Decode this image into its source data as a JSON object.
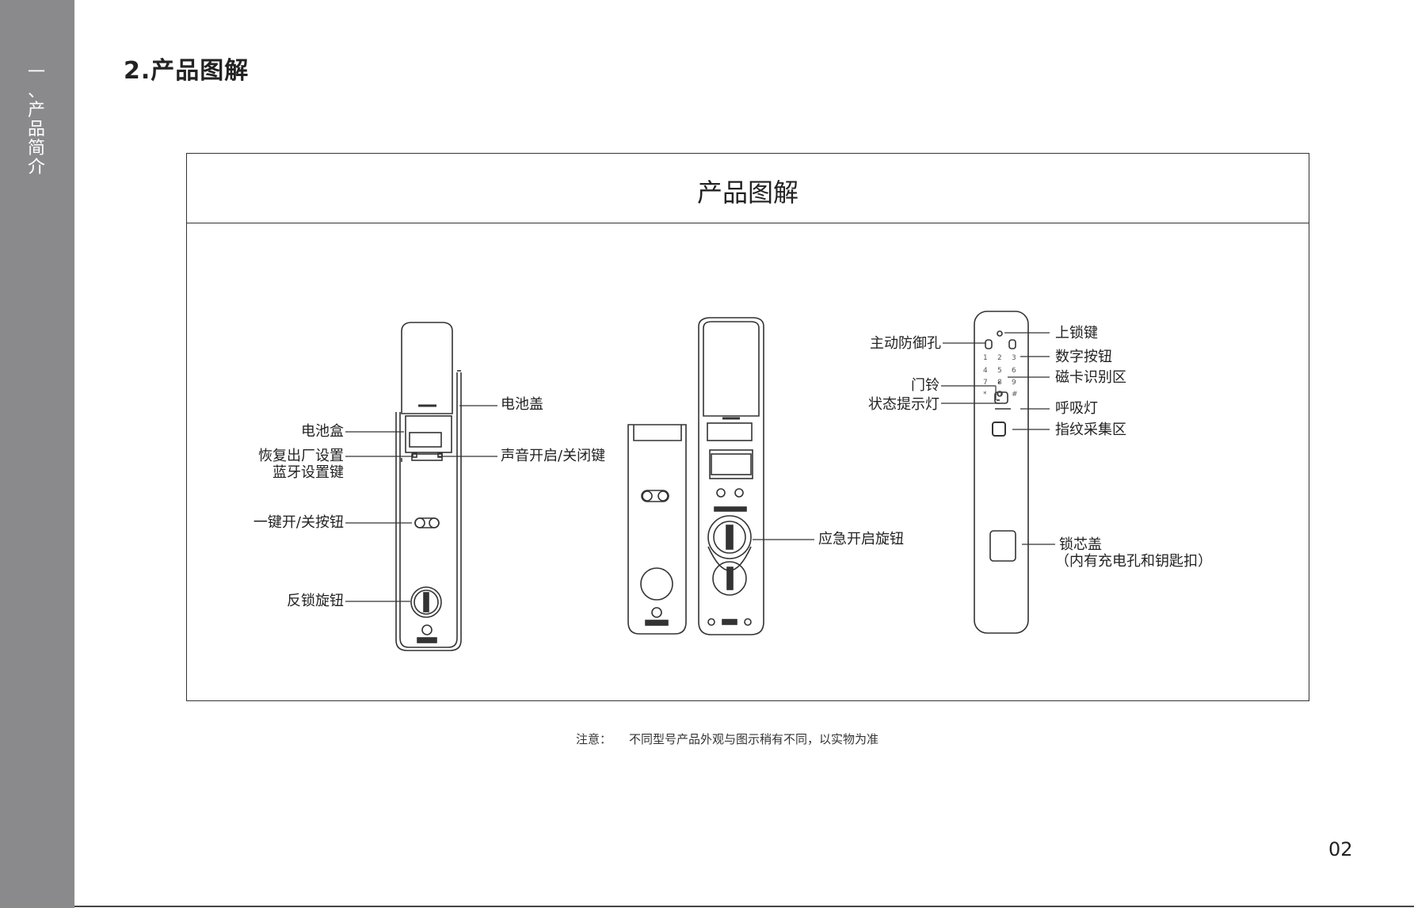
{
  "sidebar": {
    "chars": [
      "一",
      "、",
      "产",
      "品",
      "简",
      "介"
    ]
  },
  "heading": "2.产品图解",
  "panel": {
    "title": "产品图解"
  },
  "labels": {
    "battery_cover": "电池盖",
    "battery_box": "电池盒",
    "factory_reset": "恢复出厂设置",
    "bluetooth_key": "蓝牙设置键",
    "sound_switch": "声音开启/关闭键",
    "one_key": "一键开/关按钮",
    "anti_lock_knob": "反锁旋钮",
    "emergency_knob": "应急开启旋钮",
    "active_defense": "主动防御孔",
    "lock_key": "上锁键",
    "number_keys": "数字按钮",
    "card_area": "磁卡识别区",
    "doorbell": "门铃",
    "status_light": "状态提示灯",
    "breathing_light": "呼吸灯",
    "fingerprint_area": "指纹采集区",
    "lock_core_cover": "锁芯盖",
    "lock_core_note": "（内有充电孔和钥匙扣）"
  },
  "keypad": {
    "keys": [
      "1",
      "2",
      "3",
      "4",
      "5",
      "6",
      "7",
      "8",
      "9",
      "*",
      "0",
      "#"
    ]
  },
  "note": {
    "key": "注意：",
    "text": "不同型号产品外观与图示稍有不同，以实物为准"
  },
  "page_number": "02",
  "colors": {
    "sidebar": "#8a8a8c",
    "line": "#333333"
  }
}
